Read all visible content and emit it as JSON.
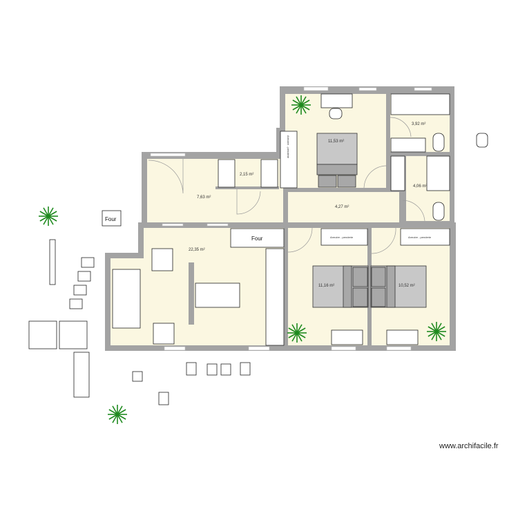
{
  "plan": {
    "rooms": [
      {
        "id": "bedroom-top",
        "area": "11,53 m²"
      },
      {
        "id": "bathroom-top",
        "area": "3,92 m²"
      },
      {
        "id": "bathroom-right",
        "area": "4,06 m²"
      },
      {
        "id": "closet",
        "area": "2,15 m²"
      },
      {
        "id": "entrance",
        "area": "7,63 m²"
      },
      {
        "id": "hallway",
        "area": "4,27 m²"
      },
      {
        "id": "living",
        "area": "22,35 m²"
      },
      {
        "id": "bedroom-middle",
        "area": "11,16 m²"
      },
      {
        "id": "bedroom-right",
        "area": "10,52 m²"
      }
    ],
    "labels": {
      "oven_kitchen": "Four",
      "oven_loose": "Four",
      "wardrobe_top": "Armoire - penderie",
      "wardrobe_middle": "Armoire - penderie",
      "wardrobe_right": "Armoire - penderie"
    },
    "colors": {
      "floor": "#fbf7e1",
      "wall": "#a3a3a3",
      "plant": "#1f8a1f"
    }
  },
  "watermark": "www.archifacile.fr"
}
